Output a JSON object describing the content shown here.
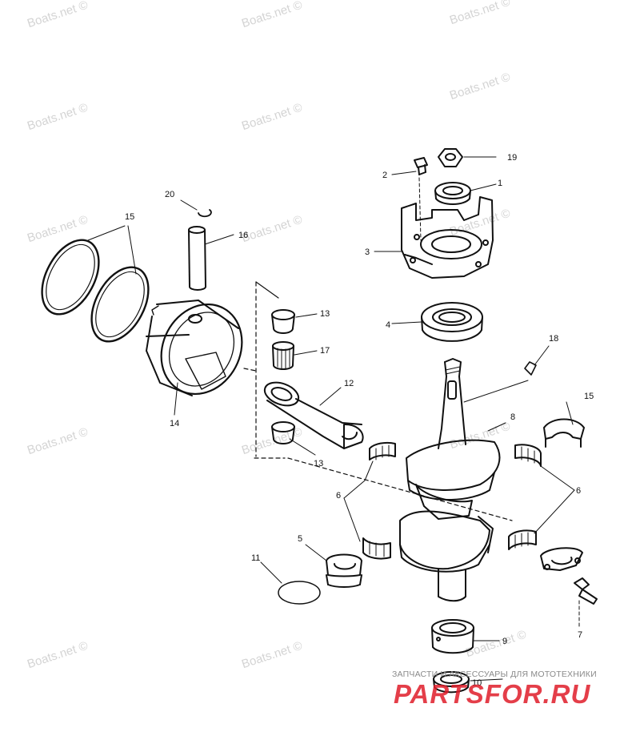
{
  "watermarks": [
    "Boats.net",
    "Boats.net",
    "Boats.net",
    "Boats.net",
    "Boats.net",
    "Boats.net",
    "Boats.net",
    "Boats.net",
    "Boats.net",
    "Boats.net",
    "Boats.net",
    "Boats.net",
    "Boats.net",
    "Boats.net",
    "Boats.net"
  ],
  "watermark_symbol": "©",
  "callouts": {
    "p1": "1",
    "p2": "2",
    "p3": "3",
    "p4": "4",
    "p5": "5",
    "p6a": "6",
    "p6b": "6",
    "p7": "7",
    "p8": "8",
    "p9": "9",
    "p10": "10",
    "p11": "11",
    "p12": "12",
    "p13a": "13",
    "p13b": "13",
    "p14": "14",
    "p15a": "15",
    "p15b": "15",
    "p16": "16",
    "p17": "17",
    "p18": "18",
    "p19": "19",
    "p20": "20"
  },
  "branding": {
    "tagline": "ЗАПЧАСТИ И АКСЕССУАРЫ ДЛЯ МОТОТЕХНИКИ",
    "logo": "PARTSFOR.RU"
  },
  "colors": {
    "ink": "#111111",
    "watermark": "#d4d4d4",
    "brand_red": "#e01d2a"
  }
}
